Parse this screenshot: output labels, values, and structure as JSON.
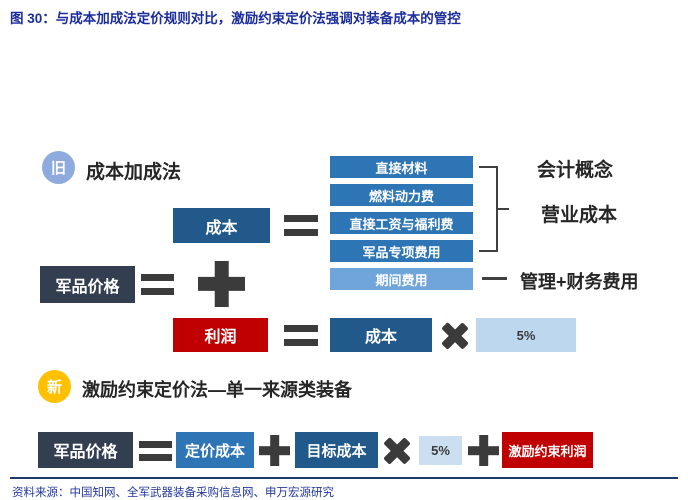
{
  "title": "图 30：与成本加成法定价规则对比，激励约束定价法强调对装备成本的管控",
  "source": "资料来源：中国知网、全军武器装备采购信息网、申万宏源研究",
  "colors": {
    "title_blue": "#1B2C9B",
    "dark_navy_box": "#333F50",
    "dark_blue_box": "#20598A",
    "medium_blue_box": "#2E75B6",
    "light_blue_box": "#6FA5DA",
    "pale_blue_box": "#BDD7EE",
    "red_box": "#C00000",
    "yellow_badge": "#FFC000",
    "old_badge_blue": "#8FAADC",
    "operator_gray": "#3B3B3B",
    "divider_navy": "#1F3864",
    "source_blue": "#24389B"
  },
  "old_section": {
    "badge": "旧",
    "method": "成本加成法",
    "price_label": "军品价格",
    "cost_label": "成本",
    "profit_label": "利润",
    "cost_components": [
      "直接材料",
      "燃料动力费",
      "直接工资与福利费",
      "军品专项费用",
      "期间费用"
    ],
    "annotations": {
      "accounting_concept": "会计概念",
      "operating_cost": "营业成本",
      "mgmt_finance_fee": "管理+财务费用"
    },
    "profit_formula": {
      "cost": "成本",
      "rate": "5%"
    }
  },
  "new_section": {
    "badge": "新",
    "method": "激励约束定价法—单一来源类装备",
    "price_label": "军品价格",
    "pricing_cost": "定价成本",
    "target_cost": "目标成本",
    "rate": "5%",
    "incentive_profit": "激励约束利润"
  }
}
